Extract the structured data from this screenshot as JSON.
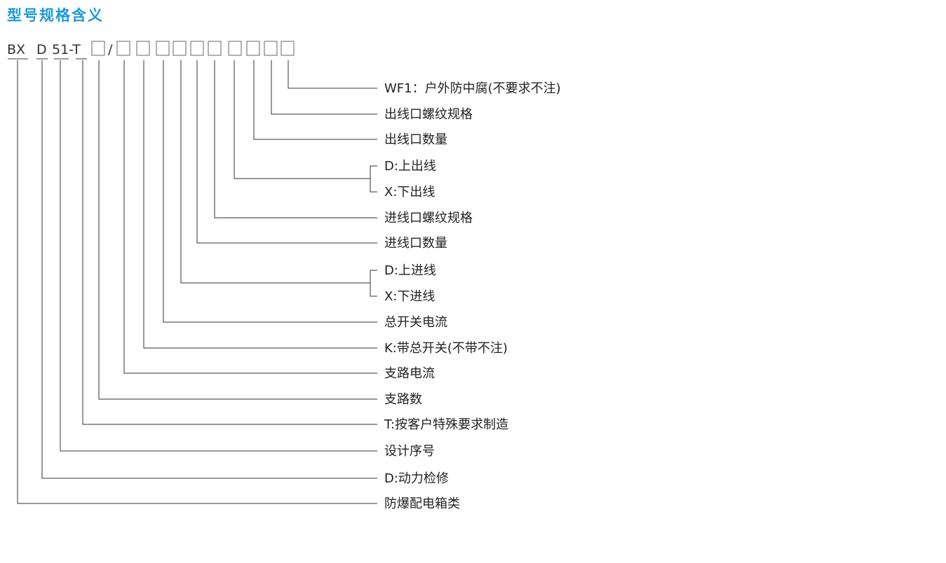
{
  "title": "型号规格含义",
  "code": [
    {
      "text": "BX"
    },
    {
      "text": "D"
    },
    {
      "text": "51-T"
    },
    {
      "text": "/"
    }
  ],
  "descriptions": [
    "WF1：户外防中腐(不要求不注)",
    "出线口螺纹规格",
    "出线口数量",
    "D:上出线",
    "X:下出线",
    "进线口螺纹规格",
    "进线口数量",
    "D:上进线",
    "X:下进线",
    "总开关电流",
    "K:带总开关(不带不注)",
    "支路电流",
    "支路数",
    "T:按客户特殊要求制造",
    "设计序号",
    "D:动力检修",
    "防爆配电箱类"
  ],
  "colors": {
    "title": "#1b9ad8",
    "lines": "#333333",
    "boxes": "#666666"
  }
}
